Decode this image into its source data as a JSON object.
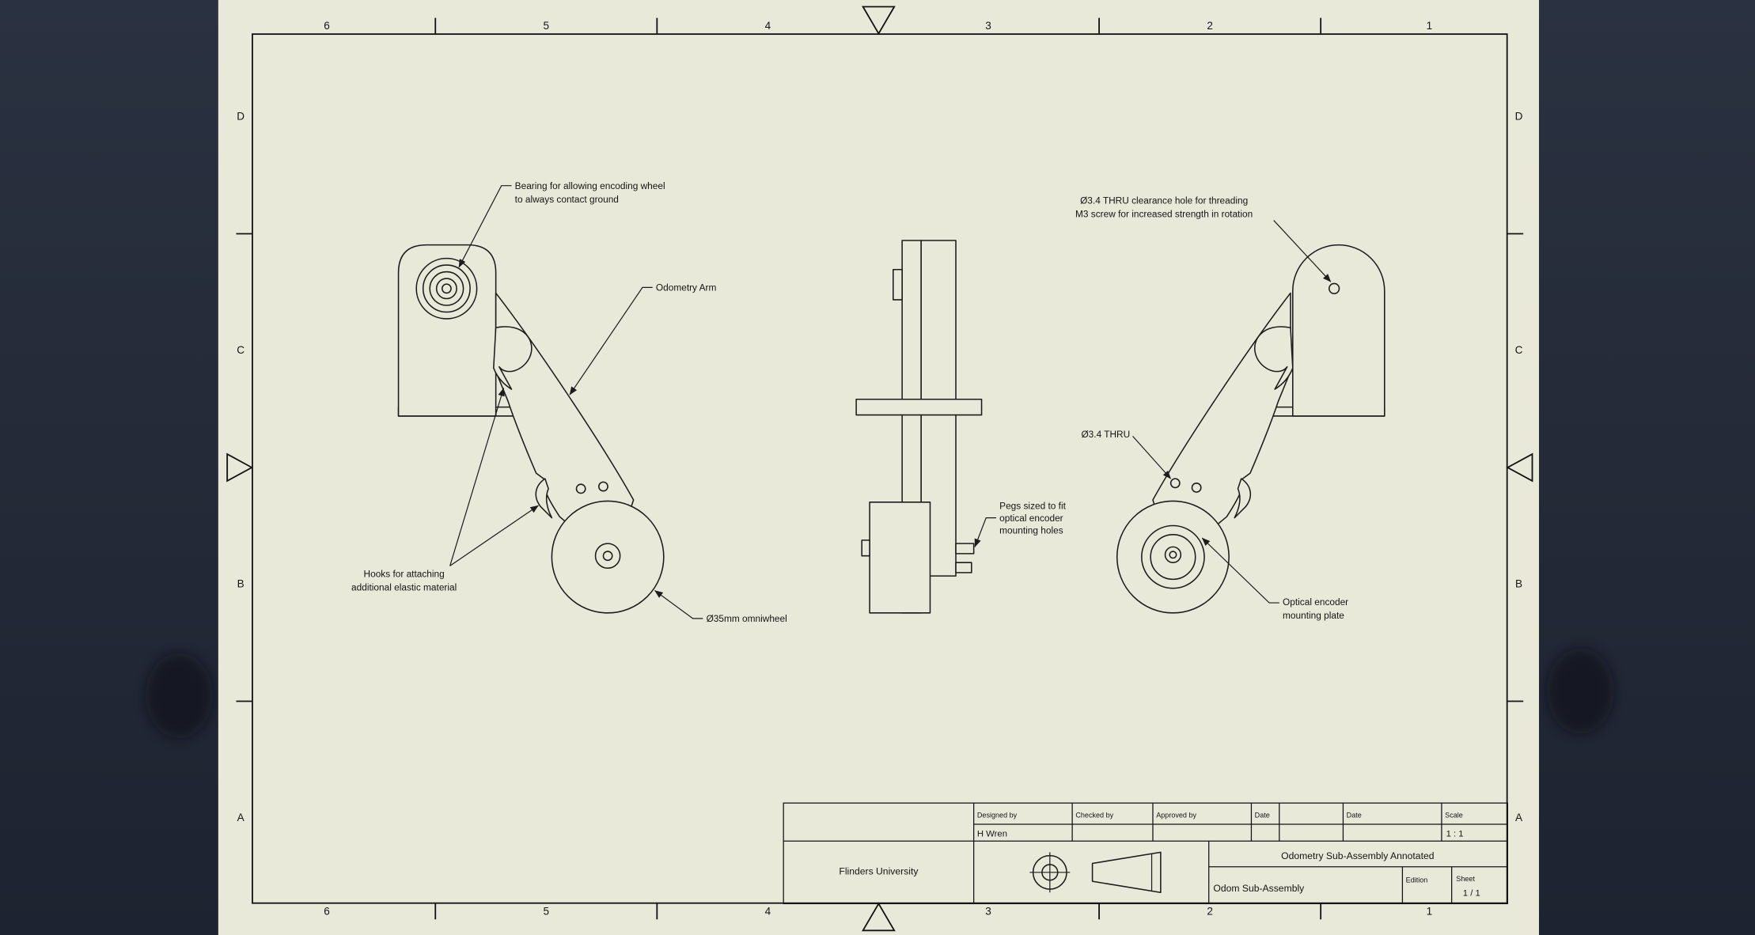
{
  "colors": {
    "sheet_background": "#e9e9da",
    "drawing_lines": "#1c1c1c",
    "workspace_background": "#242a36"
  },
  "zones": {
    "columns": [
      "6",
      "5",
      "4",
      "3",
      "2",
      "1"
    ],
    "rows": [
      "D",
      "C",
      "B",
      "A"
    ]
  },
  "annotations": {
    "bearing_line1": "Bearing for allowing encoding wheel",
    "bearing_line2": "to always contact ground",
    "odometry_arm": "Odometry Arm",
    "hooks_line1": "Hooks for attaching",
    "hooks_line2": "additional elastic material",
    "omniwheel": "Ø35mm omniwheel",
    "pegs_line1": "Pegs sized to fit",
    "pegs_line2": "optical encoder",
    "pegs_line3": "mounting holes",
    "clearance_line1": "Ø3.4 THRU clearance hole for threading",
    "clearance_line2": "M3 screw for increased strength in rotation",
    "thru_hole": "Ø3.4 THRU",
    "encoder_line1": "Optical encoder",
    "encoder_line2": "mounting plate"
  },
  "title_block": {
    "designed_by_label": "Designed by",
    "designed_by_value": "H Wren",
    "checked_by_label": "Checked by",
    "approved_by_label": "Approved by",
    "date_label_1": "Date",
    "date_label_2": "Date",
    "scale_label": "Scale",
    "scale_value": "1 : 1",
    "organization": "Flinders University",
    "drawing_title": "Odometry Sub-Assembly Annotated",
    "part_name": "Odom Sub-Assembly",
    "edition_label": "Edition",
    "sheet_label": "Sheet",
    "sheet_value": "1 / 1"
  }
}
